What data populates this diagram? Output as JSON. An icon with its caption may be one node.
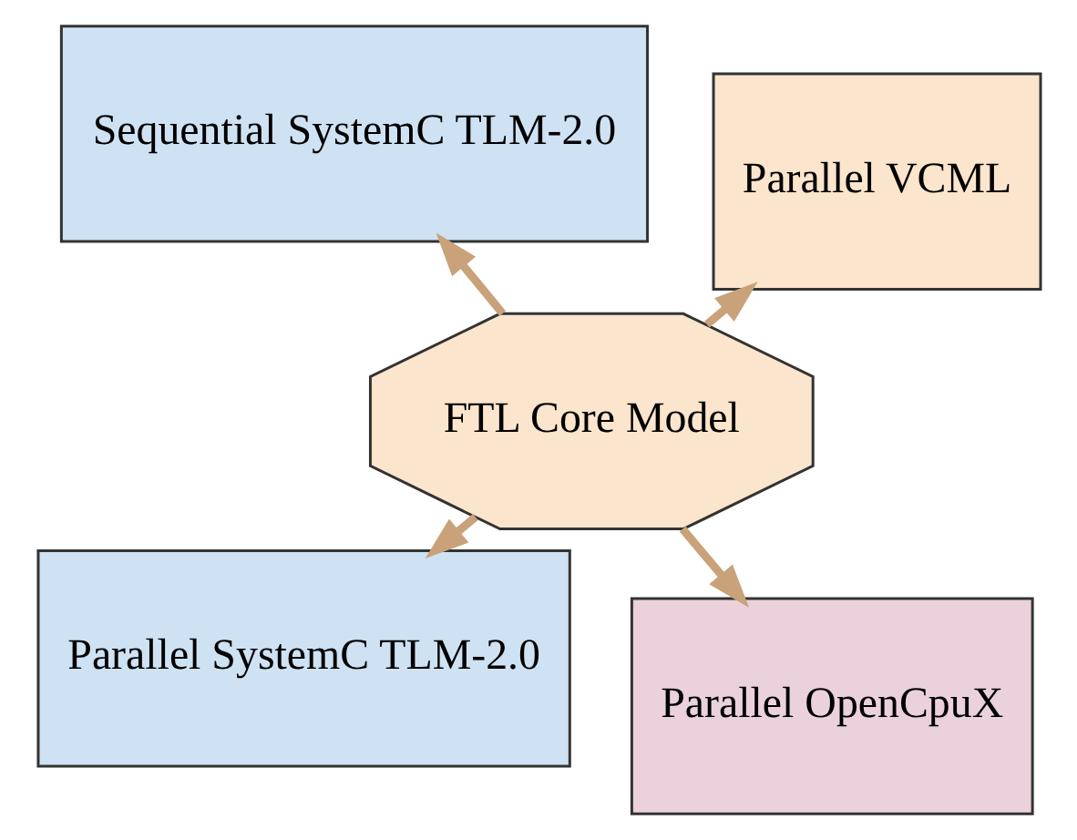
{
  "diagram": {
    "nodes": [
      {
        "text": [
          "Parallel SystemC TLM-2.0"
        ]
      },
      {
        "text": [
          "Parallel OpenCpuX"
        ]
      },
      {
        "text": [
          "FTL Core Model"
        ]
      },
      {
        "text": [
          "Sequential SystemC TLM-2.0"
        ]
      },
      {
        "text": [
          "Parallel VCML"
        ]
      }
    ],
    "edges": [
      {
        "from": 2,
        "to": 0,
        "arrow": "to"
      },
      {
        "from": 2,
        "to": 1,
        "arrow": "to"
      },
      {
        "from": 2,
        "to": 3,
        "arrow": "to"
      },
      {
        "from": 2,
        "to": 4,
        "arrow": "to"
      }
    ]
  }
}
